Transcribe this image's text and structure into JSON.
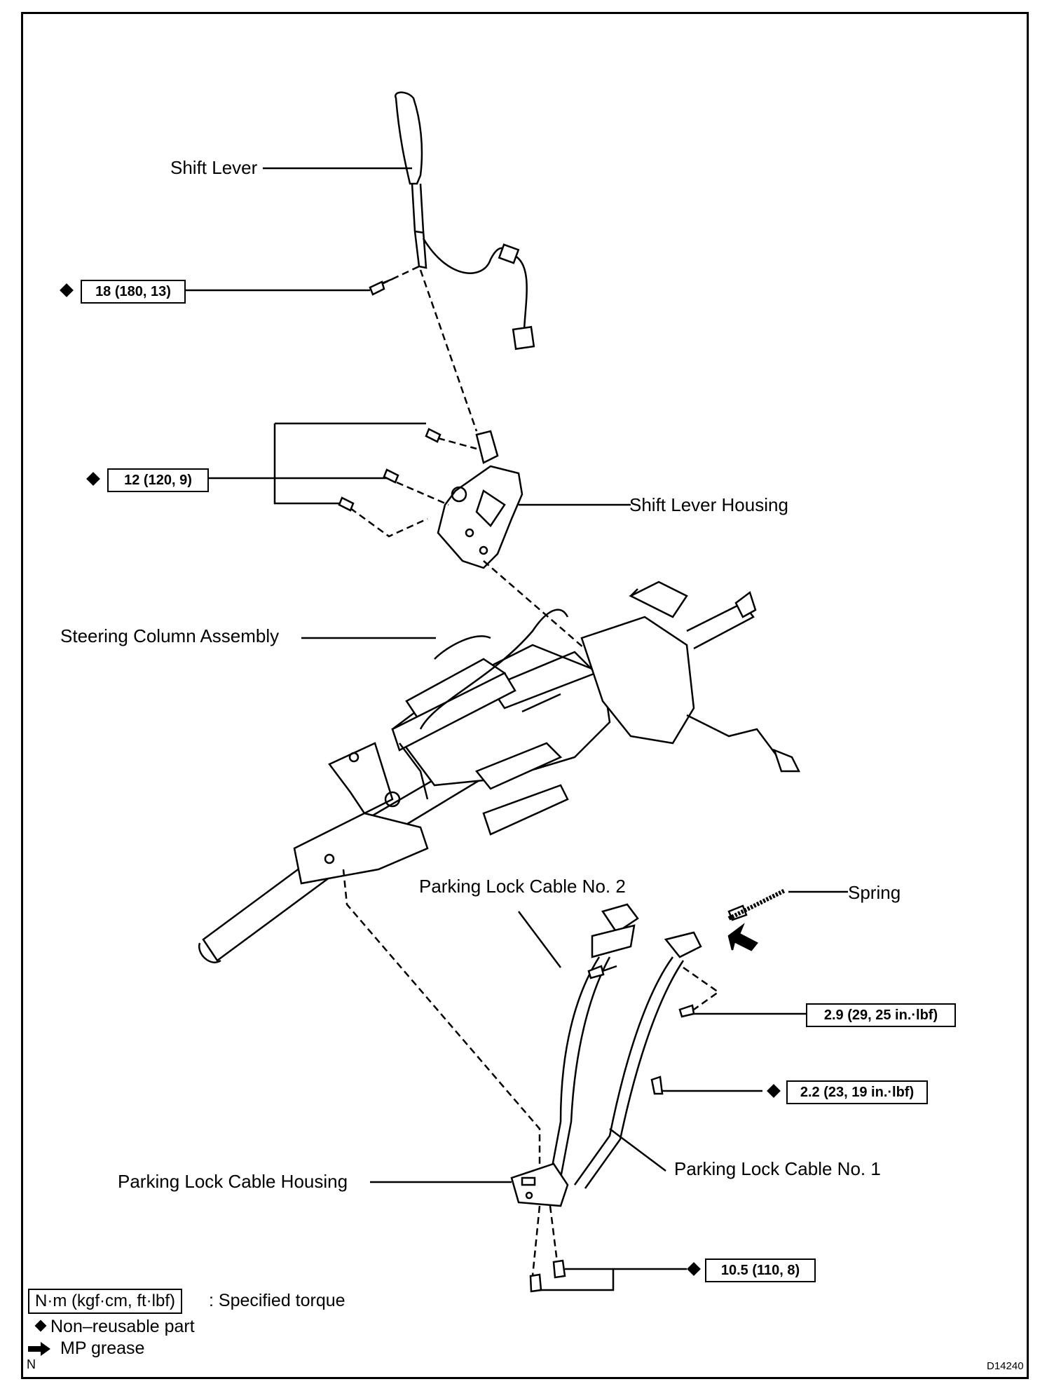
{
  "labels": {
    "shift_lever": "Shift Lever",
    "shift_lever_housing": "Shift Lever Housing",
    "steering_column_assembly": "Steering Column Assembly",
    "parking_lock_cable_no2": "Parking Lock Cable No. 2",
    "spring": "Spring",
    "parking_lock_cable_no1": "Parking Lock Cable No. 1",
    "parking_lock_cable_housing": "Parking Lock Cable Housing"
  },
  "torques": {
    "t1": "18 (180, 13)",
    "t2": "12 (120, 9)",
    "t3": "2.9 (29, 25 in.·lbf)",
    "t4": "2.2 (23, 19 in.·lbf)",
    "t5": "10.5 (110, 8)"
  },
  "legend": {
    "unit_box": "N·m (kgf·cm, ft·lbf)",
    "unit_desc": ": Specified torque",
    "nonreusable": "Non–reusable part",
    "grease": "MP grease"
  },
  "corner": {
    "left": "N",
    "right": "D14240"
  },
  "colors": {
    "line": "#000000",
    "background": "#ffffff"
  }
}
